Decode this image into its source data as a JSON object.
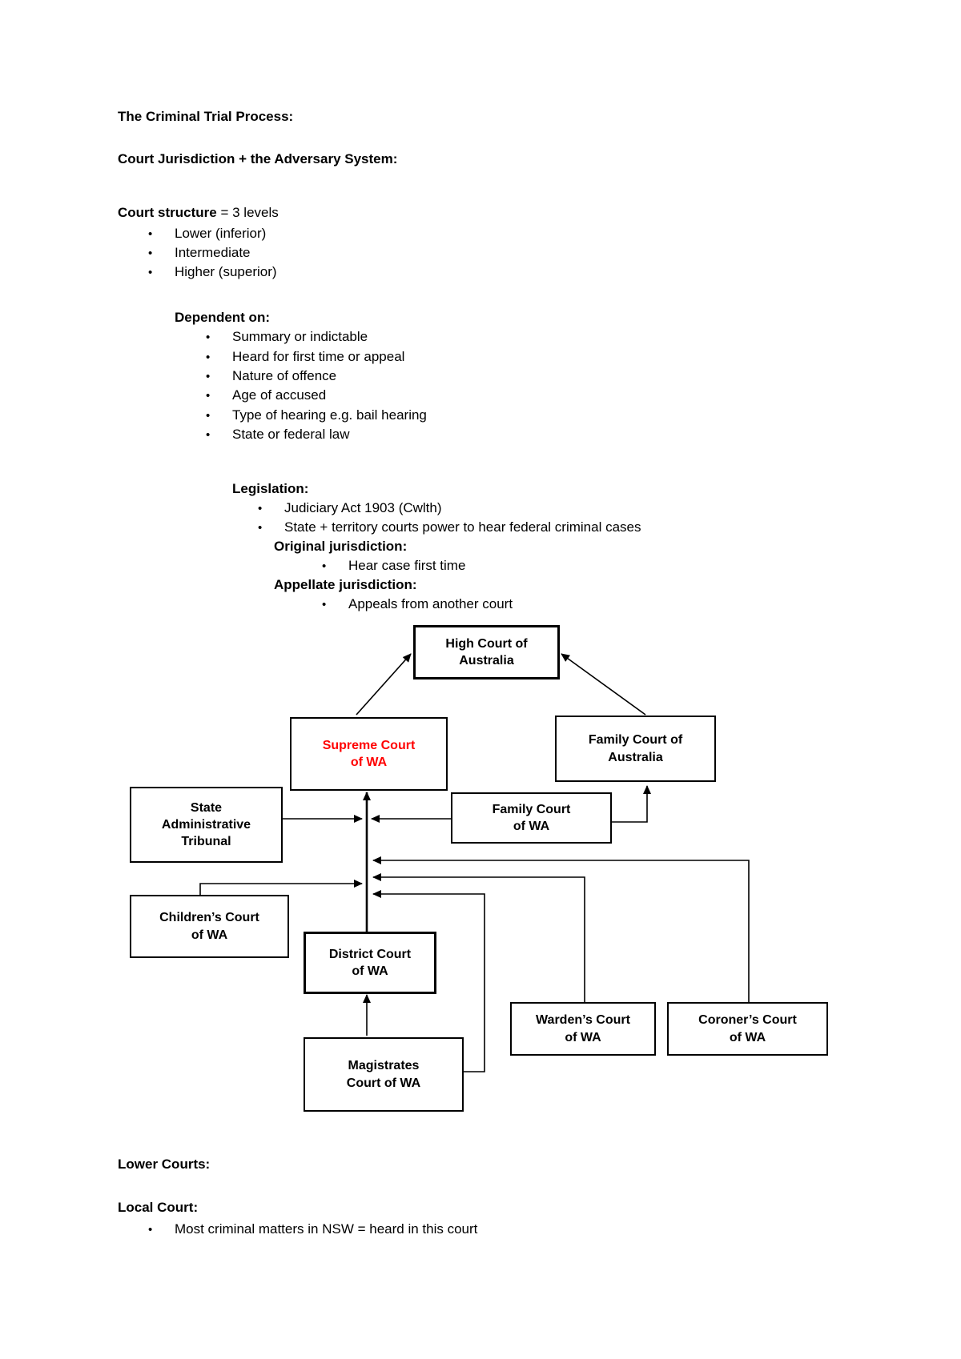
{
  "doc": {
    "title": "The Criminal Trial Process:",
    "subtitle": "Court Jurisdiction + the Adversary System:",
    "court_structure": {
      "bold": "Court structure",
      "rest": " = 3 levels",
      "items": [
        "Lower (inferior)",
        "Intermediate",
        "Higher (superior)"
      ]
    },
    "dependent_on": {
      "heading": "Dependent on:",
      "items": [
        "Summary or indictable",
        "Heard for first time or appeal",
        "Nature of offence",
        "Age of accused",
        "Type of hearing e.g. bail hearing",
        "State or federal law"
      ]
    },
    "legislation": {
      "heading": "Legislation:",
      "items": [
        "Judiciary Act 1903 (Cwlth)",
        "State + territory courts power to hear federal criminal cases"
      ]
    },
    "original_jurisdiction": {
      "heading": "Original jurisdiction:",
      "items": [
        "Hear case first time"
      ]
    },
    "appellate_jurisdiction": {
      "heading": "Appellate jurisdiction:",
      "items": [
        "Appeals from another court"
      ]
    },
    "lower_courts_heading": "Lower Courts:",
    "local_court": {
      "heading": "Local Court:",
      "items": [
        "Most criminal matters in NSW = heard in this court"
      ]
    }
  },
  "diagram": {
    "highlight_color": "#ff0000",
    "line_color": "#000000",
    "boxes": {
      "high_court": "High Court of\nAustralia",
      "supreme_court": "Supreme Court\nof WA",
      "family_court_australia": "Family Court of\nAustralia",
      "state_admin_tribunal": "State\nAdministrative\nTribunal",
      "family_court_wa": "Family Court\nof WA",
      "childrens_court": "Children’s Court\nof WA",
      "district_court": "District Court\nof WA",
      "wardens_court": "Warden’s Court\nof WA",
      "coroners_court": "Coroner’s Court\nof WA",
      "magistrates_court": "Magistrates\nCourt of WA"
    }
  }
}
